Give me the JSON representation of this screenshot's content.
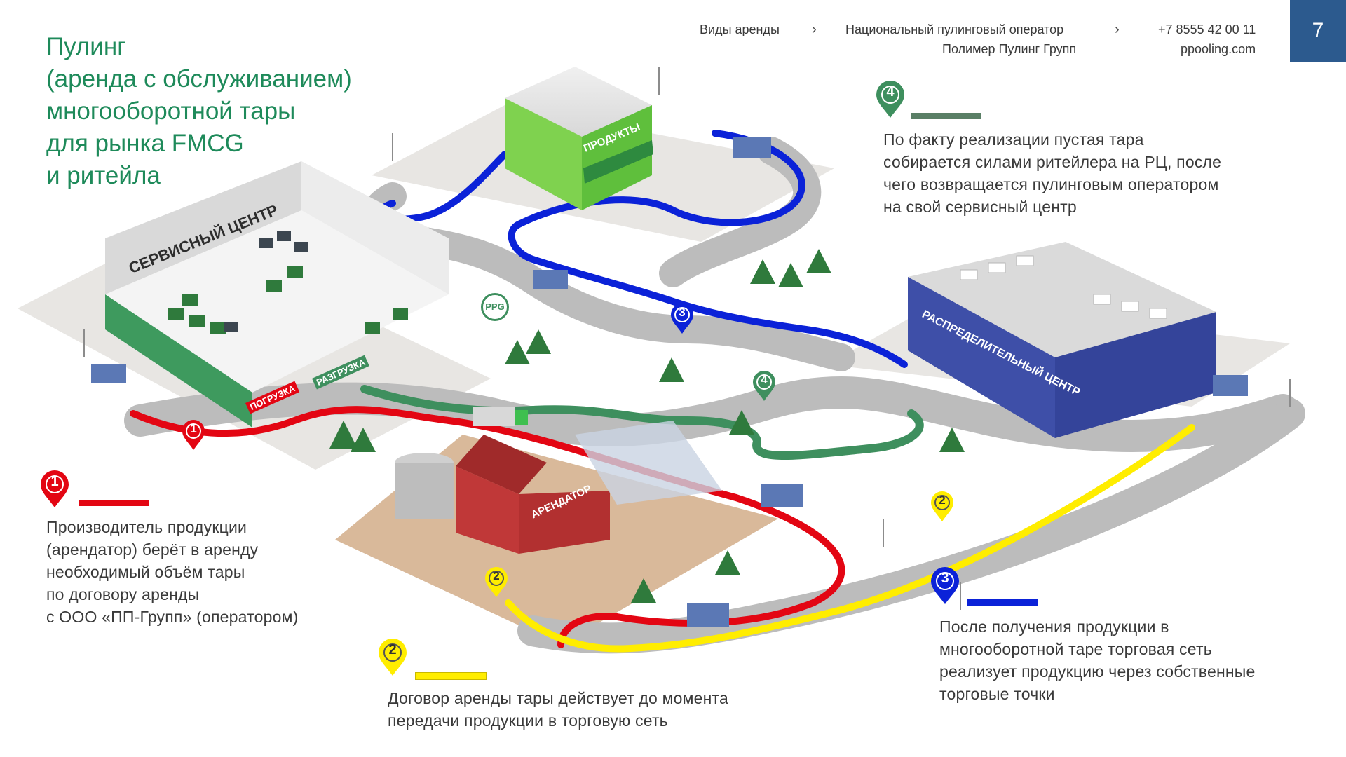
{
  "title": {
    "lines": [
      "Пулинг",
      "(аренда с обслуживанием)",
      "многооборотной тары",
      "для рынка FMCG",
      "и ритейла"
    ]
  },
  "nav": {
    "item1": "Виды аренды",
    "item2": "Национальный пулинговый оператор",
    "item3": "Полимер Пулинг Групп",
    "phone": "+7 8555 42 00 11",
    "site": "ppooling.com",
    "page": "7"
  },
  "buildings": {
    "service": "СЕРВИСНЫЙ ЦЕНТР",
    "products": "ПРОДУКТЫ",
    "dc": "РАСПРЕДЕЛИТЕЛЬНЫЙ ЦЕНТР",
    "farm": "АРЕНДАТОР",
    "loading": "ПОГРУЗКА",
    "unloading": "РАЗГРУЗКА",
    "ppg": "PPG"
  },
  "colors": {
    "red": "#e30613",
    "yellow": "#ffed00",
    "blue": "#0b22d8",
    "green": "#3e8f5e",
    "title": "#1e8a5a",
    "page_bg": "#2c5a8e"
  },
  "steps": [
    {
      "num": "1",
      "color": "#e30613",
      "lines": [
        "Производитель продукции",
        "(арендатор) берёт в аренду",
        "необходимый объём тары",
        "по договору аренды",
        "с ООО «ПП-Групп» (оператором)"
      ]
    },
    {
      "num": "2",
      "color": "#ffed00",
      "lines": [
        "Договор аренды тары действует до момента",
        "передачи продукции в торговую сеть"
      ]
    },
    {
      "num": "3",
      "color": "#0b22d8",
      "lines": [
        "После получения продукции в",
        "многооборотной таре торговая сеть",
        "реализует продукцию через собственные",
        "торговые точки"
      ]
    },
    {
      "num": "4",
      "color": "#3e8f5e",
      "lines": [
        "По факту реализации пустая тара",
        "собирается силами ритейлера на РЦ, после",
        "чего возвращается пулинговым оператором",
        "на свой сервисный центр"
      ]
    }
  ]
}
